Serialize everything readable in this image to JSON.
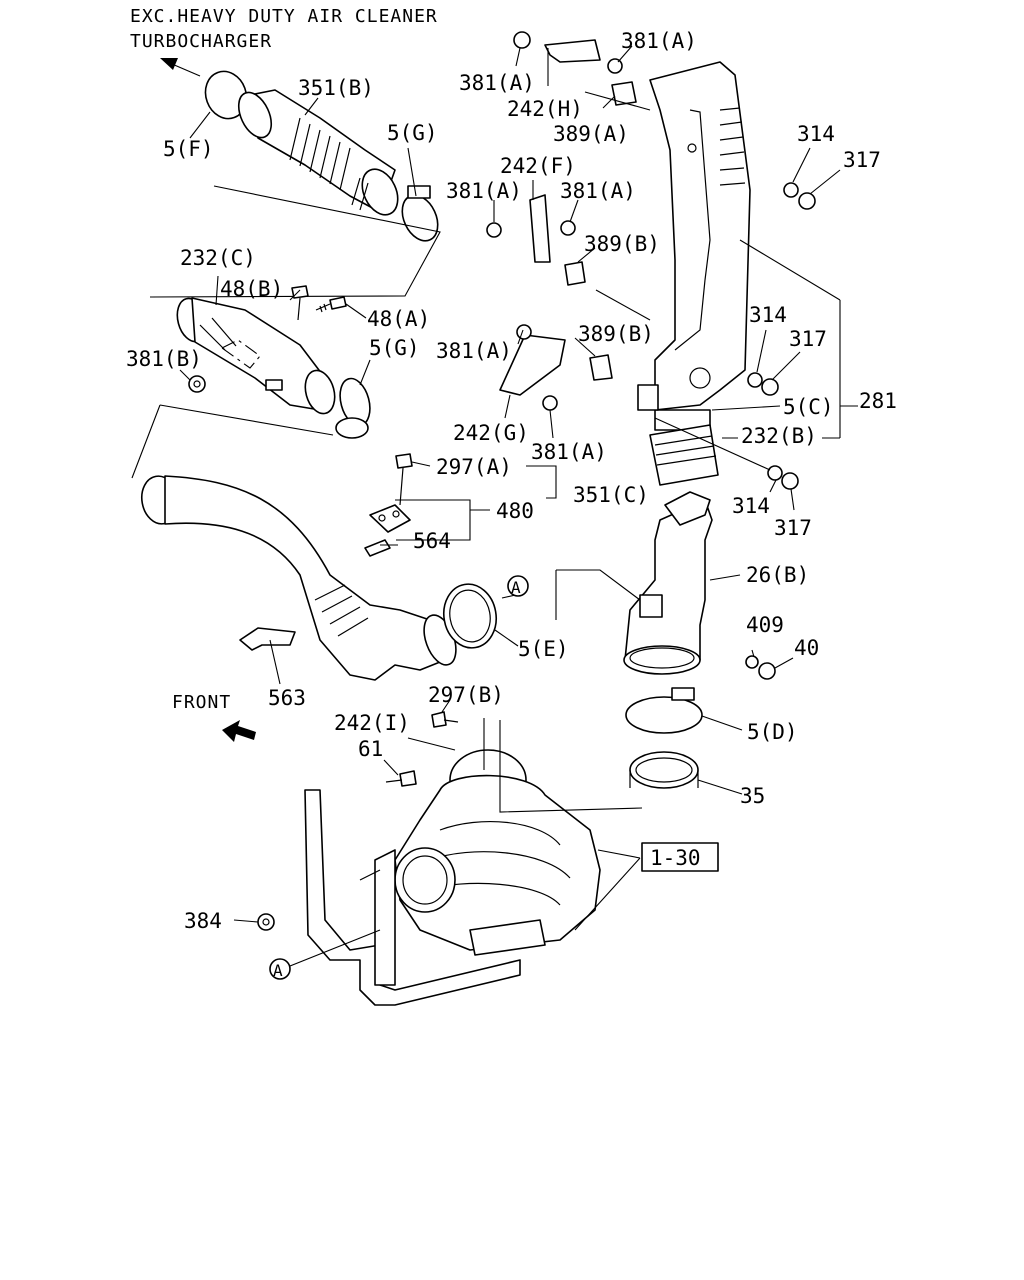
{
  "header": {
    "line1": "EXC.HEAVY DUTY AIR CLEANER",
    "line2": "TURBOCHARGER"
  },
  "front_label": "FRONT",
  "circle_ref": "A",
  "boxed_ref": "1-30",
  "labels": {
    "l381A_top_r": "381(A)",
    "l381A_top_l": "381(A)",
    "l242H": "242(H)",
    "l389A": "389(A)",
    "l242F": "242(F)",
    "l381A_mid_l": "381(A)",
    "l381A_mid_r": "381(A)",
    "l389B_1": "389(B)",
    "l389B_2": "389(B)",
    "l381A_low_l": "381(A)",
    "l242G": "242(G)",
    "l381A_low_r": "381(A)",
    "l314_1": "314",
    "l317_1": "317",
    "l314_2": "314",
    "l317_2": "317",
    "l5C": "5(C)",
    "l281": "281",
    "l232B": "232(B)",
    "l314_3": "314",
    "l317_3": "317",
    "l351B": "351(B)",
    "l5F": "5(F)",
    "l5G_1": "5(G)",
    "l232C": "232(C)",
    "l48B": "48(B)",
    "l48A": "48(A)",
    "l5G_2": "5(G)",
    "l381B": "381(B)",
    "l297A": "297(A)",
    "l351C": "351(C)",
    "l480": "480",
    "l564": "564",
    "l26B": "26(B)",
    "l5E": "5(E)",
    "l409": "409",
    "l40": "40",
    "l563": "563",
    "l297B": "297(B)",
    "l242I": "242(I)",
    "l61": "61",
    "l5D": "5(D)",
    "l35": "35",
    "l384": "384"
  }
}
